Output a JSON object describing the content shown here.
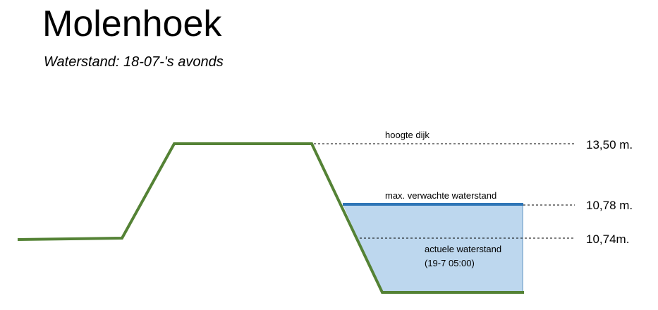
{
  "title": "Molenhoek",
  "subtitle": "Waterstand: 18-07-'s avonds",
  "levels": {
    "dike_label": "hoogte dijk",
    "dike_value": "13,50 m.",
    "max_label": "max. verwachte waterstand",
    "max_value": "10,78 m.",
    "actual_label_line1": "actuele waterstand",
    "actual_label_line2": "(19-7 05:00)",
    "actual_value": "10,74m."
  },
  "colors": {
    "dike": "#548235",
    "water_fill": "#bdd7ee",
    "water_surface": "#2e75b6",
    "dashed_line": "#000000"
  }
}
